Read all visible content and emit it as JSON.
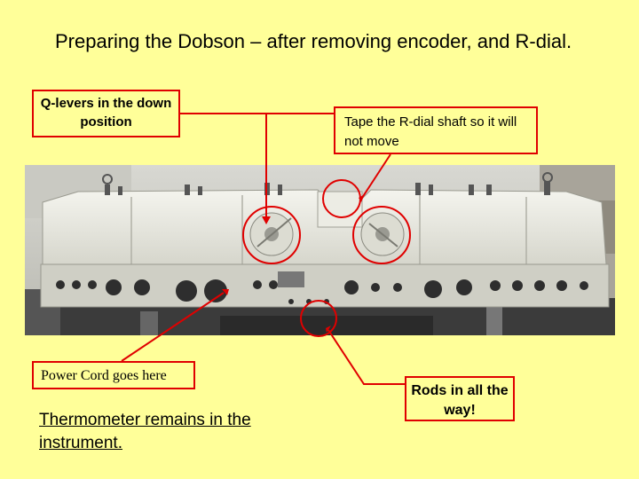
{
  "slide": {
    "title": "Preparing the Dobson – after removing encoder, and R-dial.",
    "callouts": {
      "q_levers": "Q-levers in the down position",
      "tape": "Tape the R-dial shaft so it will not move",
      "power": "Power Cord goes here",
      "rods": "Rods in all the way!"
    },
    "note": "Thermometer remains in the instrument."
  },
  "colors": {
    "background": "#ffff99",
    "annotation": "#e00000"
  }
}
